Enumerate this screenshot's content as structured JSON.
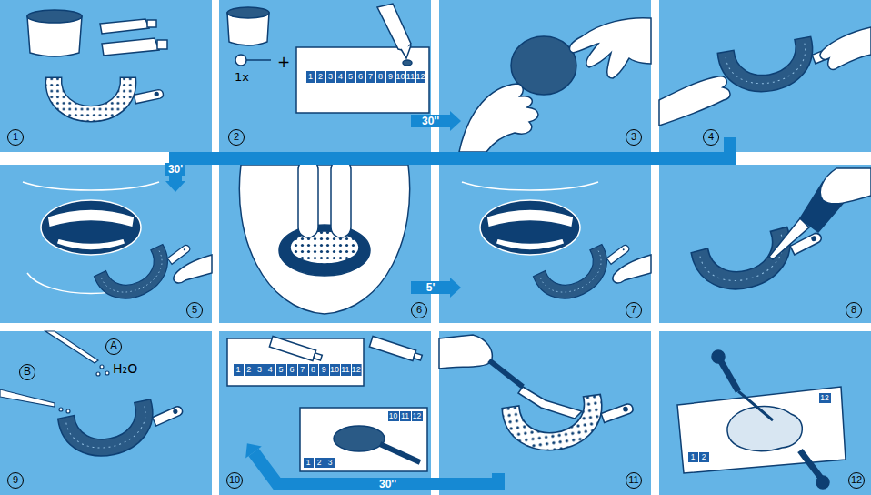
{
  "diagram": {
    "nodes": [
      {
        "text": [
          "1"
        ]
      },
      {
        "text": [
          "2"
        ]
      },
      {
        "text": [
          "3"
        ]
      },
      {
        "text": [
          "4"
        ]
      },
      {
        "text": [
          "5"
        ]
      },
      {
        "text": [
          "6"
        ]
      },
      {
        "text": [
          "7"
        ]
      },
      {
        "text": [
          "8"
        ]
      },
      {
        "text": [
          "9"
        ]
      },
      {
        "text": [
          "10"
        ]
      },
      {
        "text": [
          "11"
        ]
      },
      {
        "text": [
          "12"
        ]
      }
    ],
    "edges": [
      {
        "from": 1,
        "to": 2,
        "arrow": "to",
        "label": "30''"
      },
      {
        "from": 3,
        "to": 4,
        "arrow": "to",
        "label": "30'"
      },
      {
        "from": 5,
        "to": 6,
        "arrow": "to",
        "label": "5'"
      },
      {
        "from": 10,
        "to": 9,
        "arrow": "to",
        "label": "30''"
      }
    ],
    "labels": [
      "1x",
      "+",
      "1",
      "2",
      "3",
      "4",
      "5",
      "6",
      "7",
      "8",
      "9",
      "10",
      "11",
      "12",
      "A",
      "B",
      "H₂O",
      "1",
      "2",
      "3",
      "4",
      "5",
      "6",
      "7",
      "8",
      "9",
      "10",
      "11",
      "12",
      "1",
      "2",
      "3",
      "10",
      "11",
      "12",
      "1",
      "2",
      "12"
    ]
  }
}
